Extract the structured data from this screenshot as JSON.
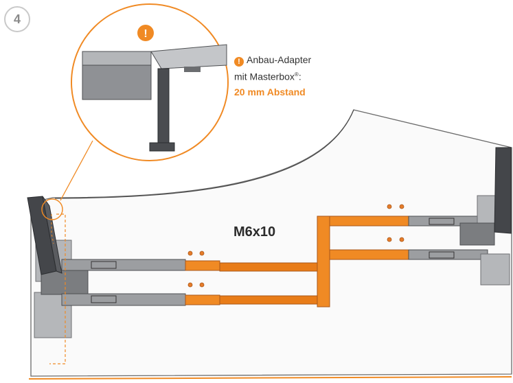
{
  "step": {
    "number": "4"
  },
  "note": {
    "line1": "Anbau-Adapter",
    "line2_prefix": "mit Masterbox",
    "line2_reg": "®",
    "line2_suffix": ":",
    "distance": "20 mm Abstand",
    "alert_symbol": "!"
  },
  "screw_label": "M6x10",
  "colors": {
    "accent": "#f08a24",
    "frame": "#7b7d80",
    "frame_dark": "#3d3f42",
    "leg": "#4a4c50",
    "outline": "#555555"
  },
  "icons": {
    "alert": "exclamation-circle-icon",
    "step": "step-number-badge"
  }
}
